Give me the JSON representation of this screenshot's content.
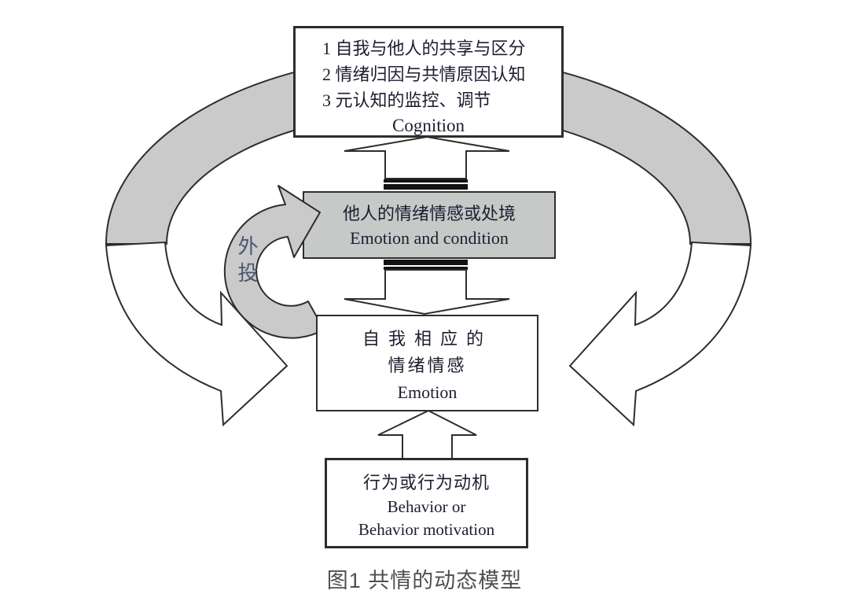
{
  "figure": {
    "caption": "图1 共情的动态模型"
  },
  "boxes": {
    "cognition": {
      "items": [
        "1 自我与他人的共享与区分",
        "2 情绪归因与共情原因认知",
        "3 元认知的监控、调节"
      ],
      "label_en": "Cognition"
    },
    "other_emotion": {
      "label_zh": "他人的情绪情感或处境",
      "label_en": "Emotion and condition"
    },
    "self_emotion": {
      "line1_zh": "自我相应的",
      "line2_zh": "情绪情感",
      "label_en": "Emotion"
    },
    "behavior": {
      "label_zh": "行为或行为动机",
      "label_en_line1": "Behavior or",
      "label_en_line2": "Behavior motivation"
    }
  },
  "annotations": {
    "projection_label": "外投"
  },
  "colors": {
    "band_gray": "#c9cac9",
    "box_gray": "#c7c9c8",
    "outline": "#2d2d2d",
    "text_dark": "#1d1d30",
    "caption_gray": "#4f4f4f",
    "projection_text": "#4a5672"
  }
}
